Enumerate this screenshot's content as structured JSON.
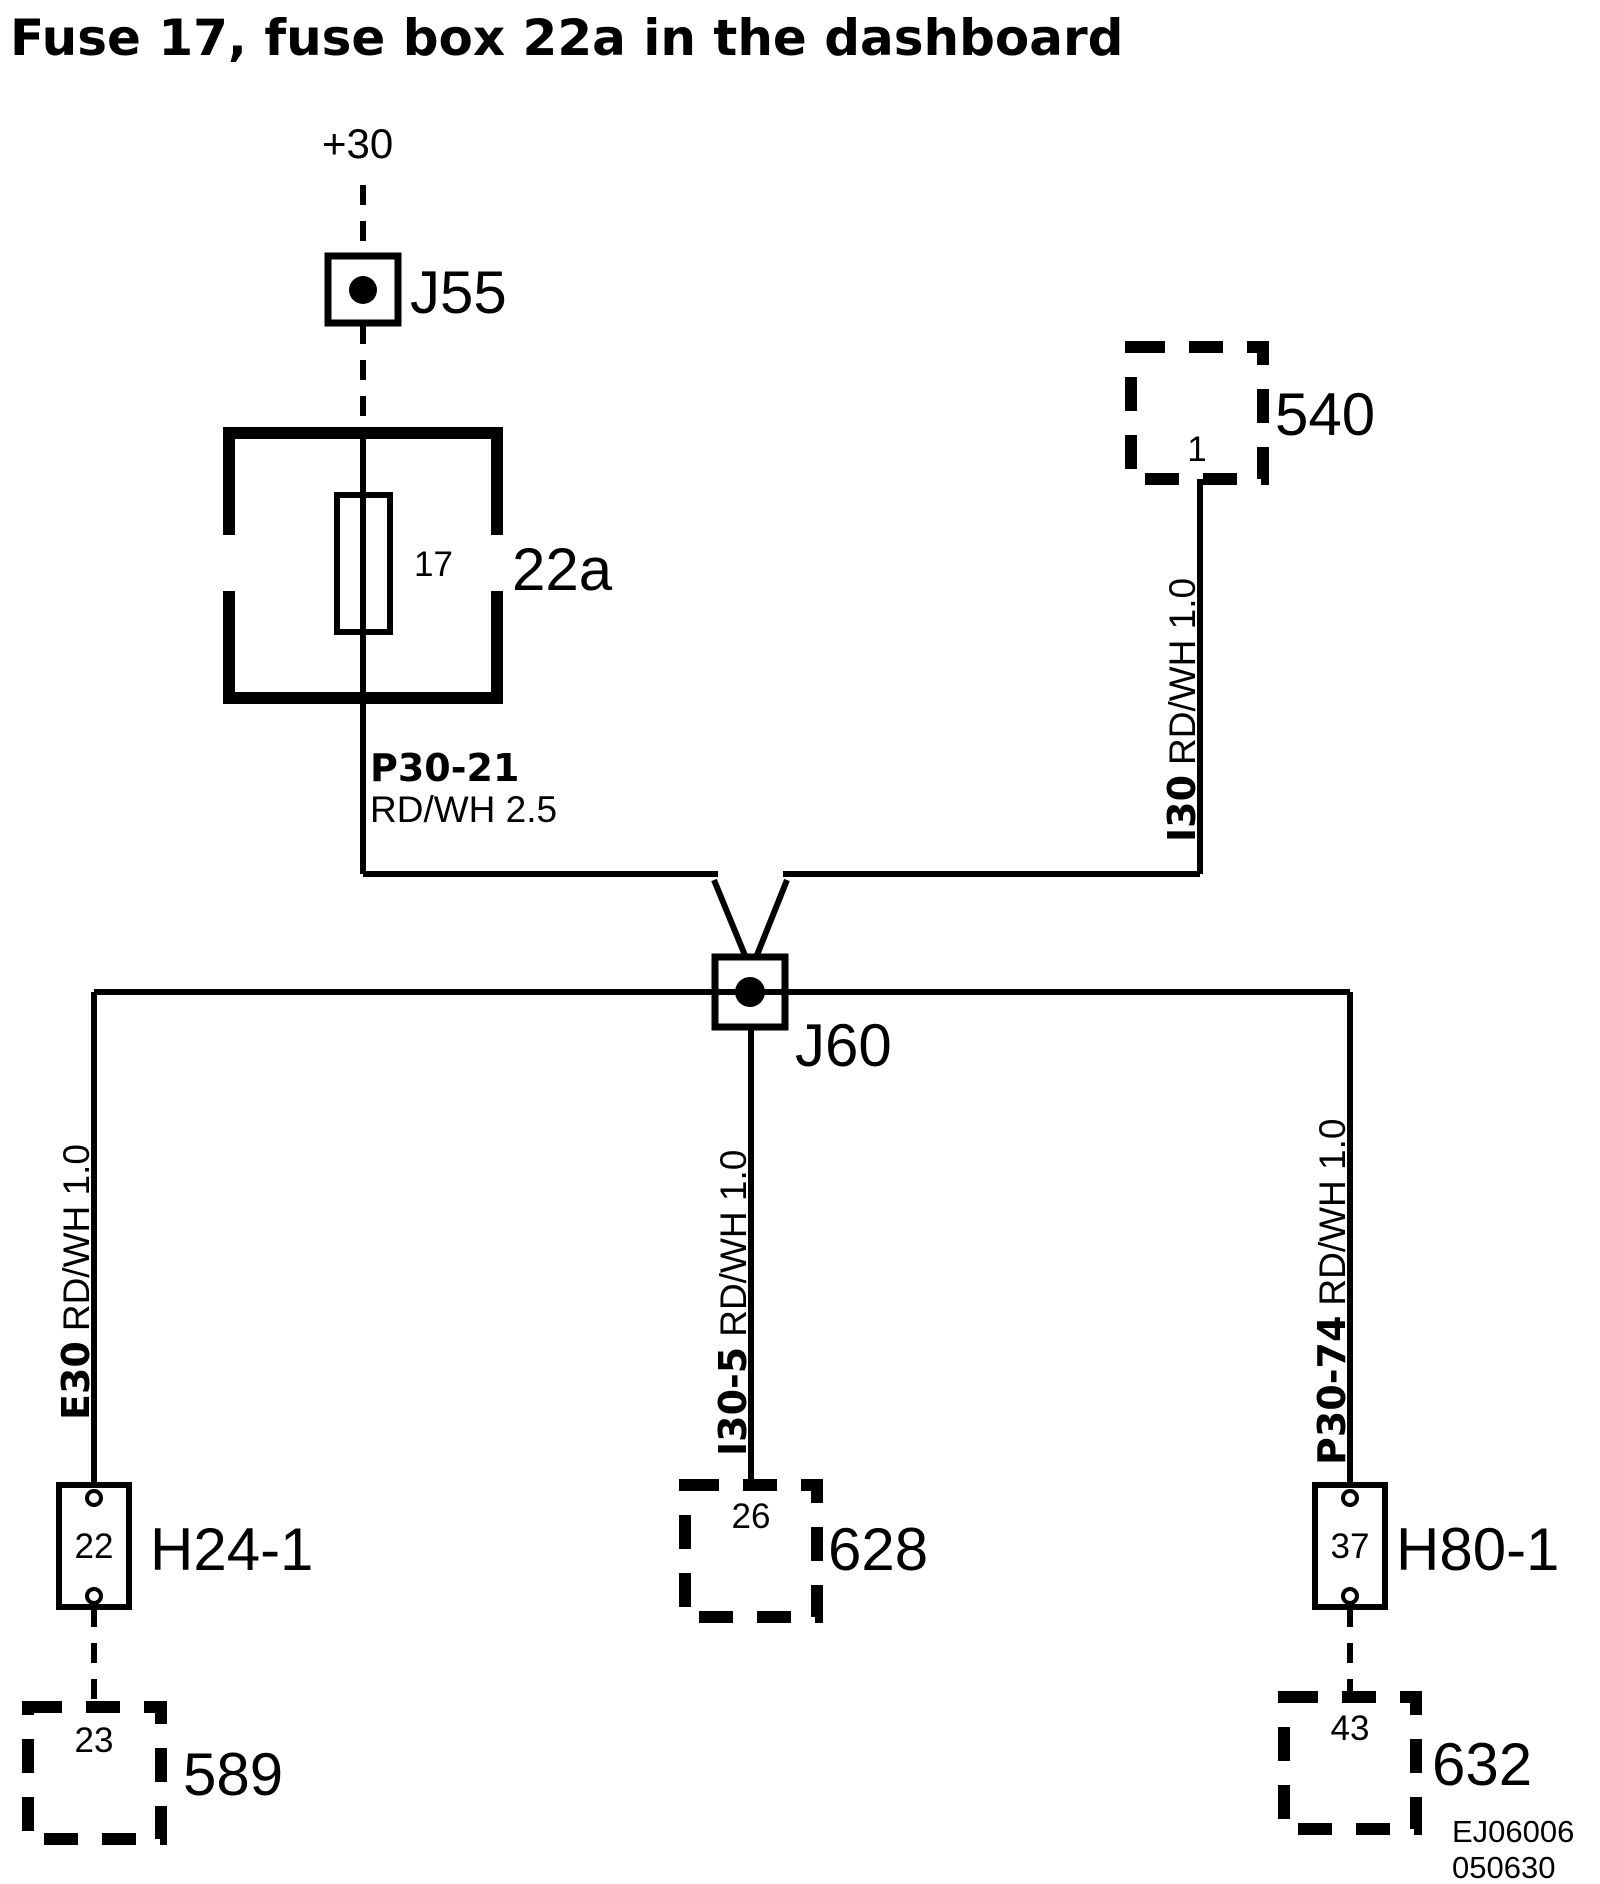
{
  "title": "Fuse 17, fuse box 22a in the dashboard",
  "supply": {
    "label": "+30"
  },
  "connectors": {
    "j55": "J55",
    "j60": "J60"
  },
  "fusebox": {
    "id": "22a",
    "fuse_number": "17"
  },
  "components": {
    "c540": {
      "id": "540",
      "pin": "1"
    },
    "h24": {
      "id": "H24-1",
      "pin": "22"
    },
    "c628": {
      "id": "628",
      "pin": "26"
    },
    "h80": {
      "id": "H80-1",
      "pin": "37"
    },
    "c589": {
      "id": "589",
      "pin": "23"
    },
    "c632": {
      "id": "632",
      "pin": "43"
    }
  },
  "wires": {
    "p30_21": {
      "code": "P30-21",
      "spec": "RD/WH   2.5"
    },
    "i30": {
      "code": "I30",
      "spec": "RD/WH   1.0"
    },
    "e30": {
      "code": "E30",
      "spec": "RD/WH   1.0"
    },
    "i30_5": {
      "code": "I30-5",
      "spec": "RD/WH   1.0"
    },
    "p30_74": {
      "code": "P30-74",
      "spec": "RD/WH   1.0"
    }
  },
  "reference": {
    "line1": "EJ06006",
    "line2": "050630"
  }
}
